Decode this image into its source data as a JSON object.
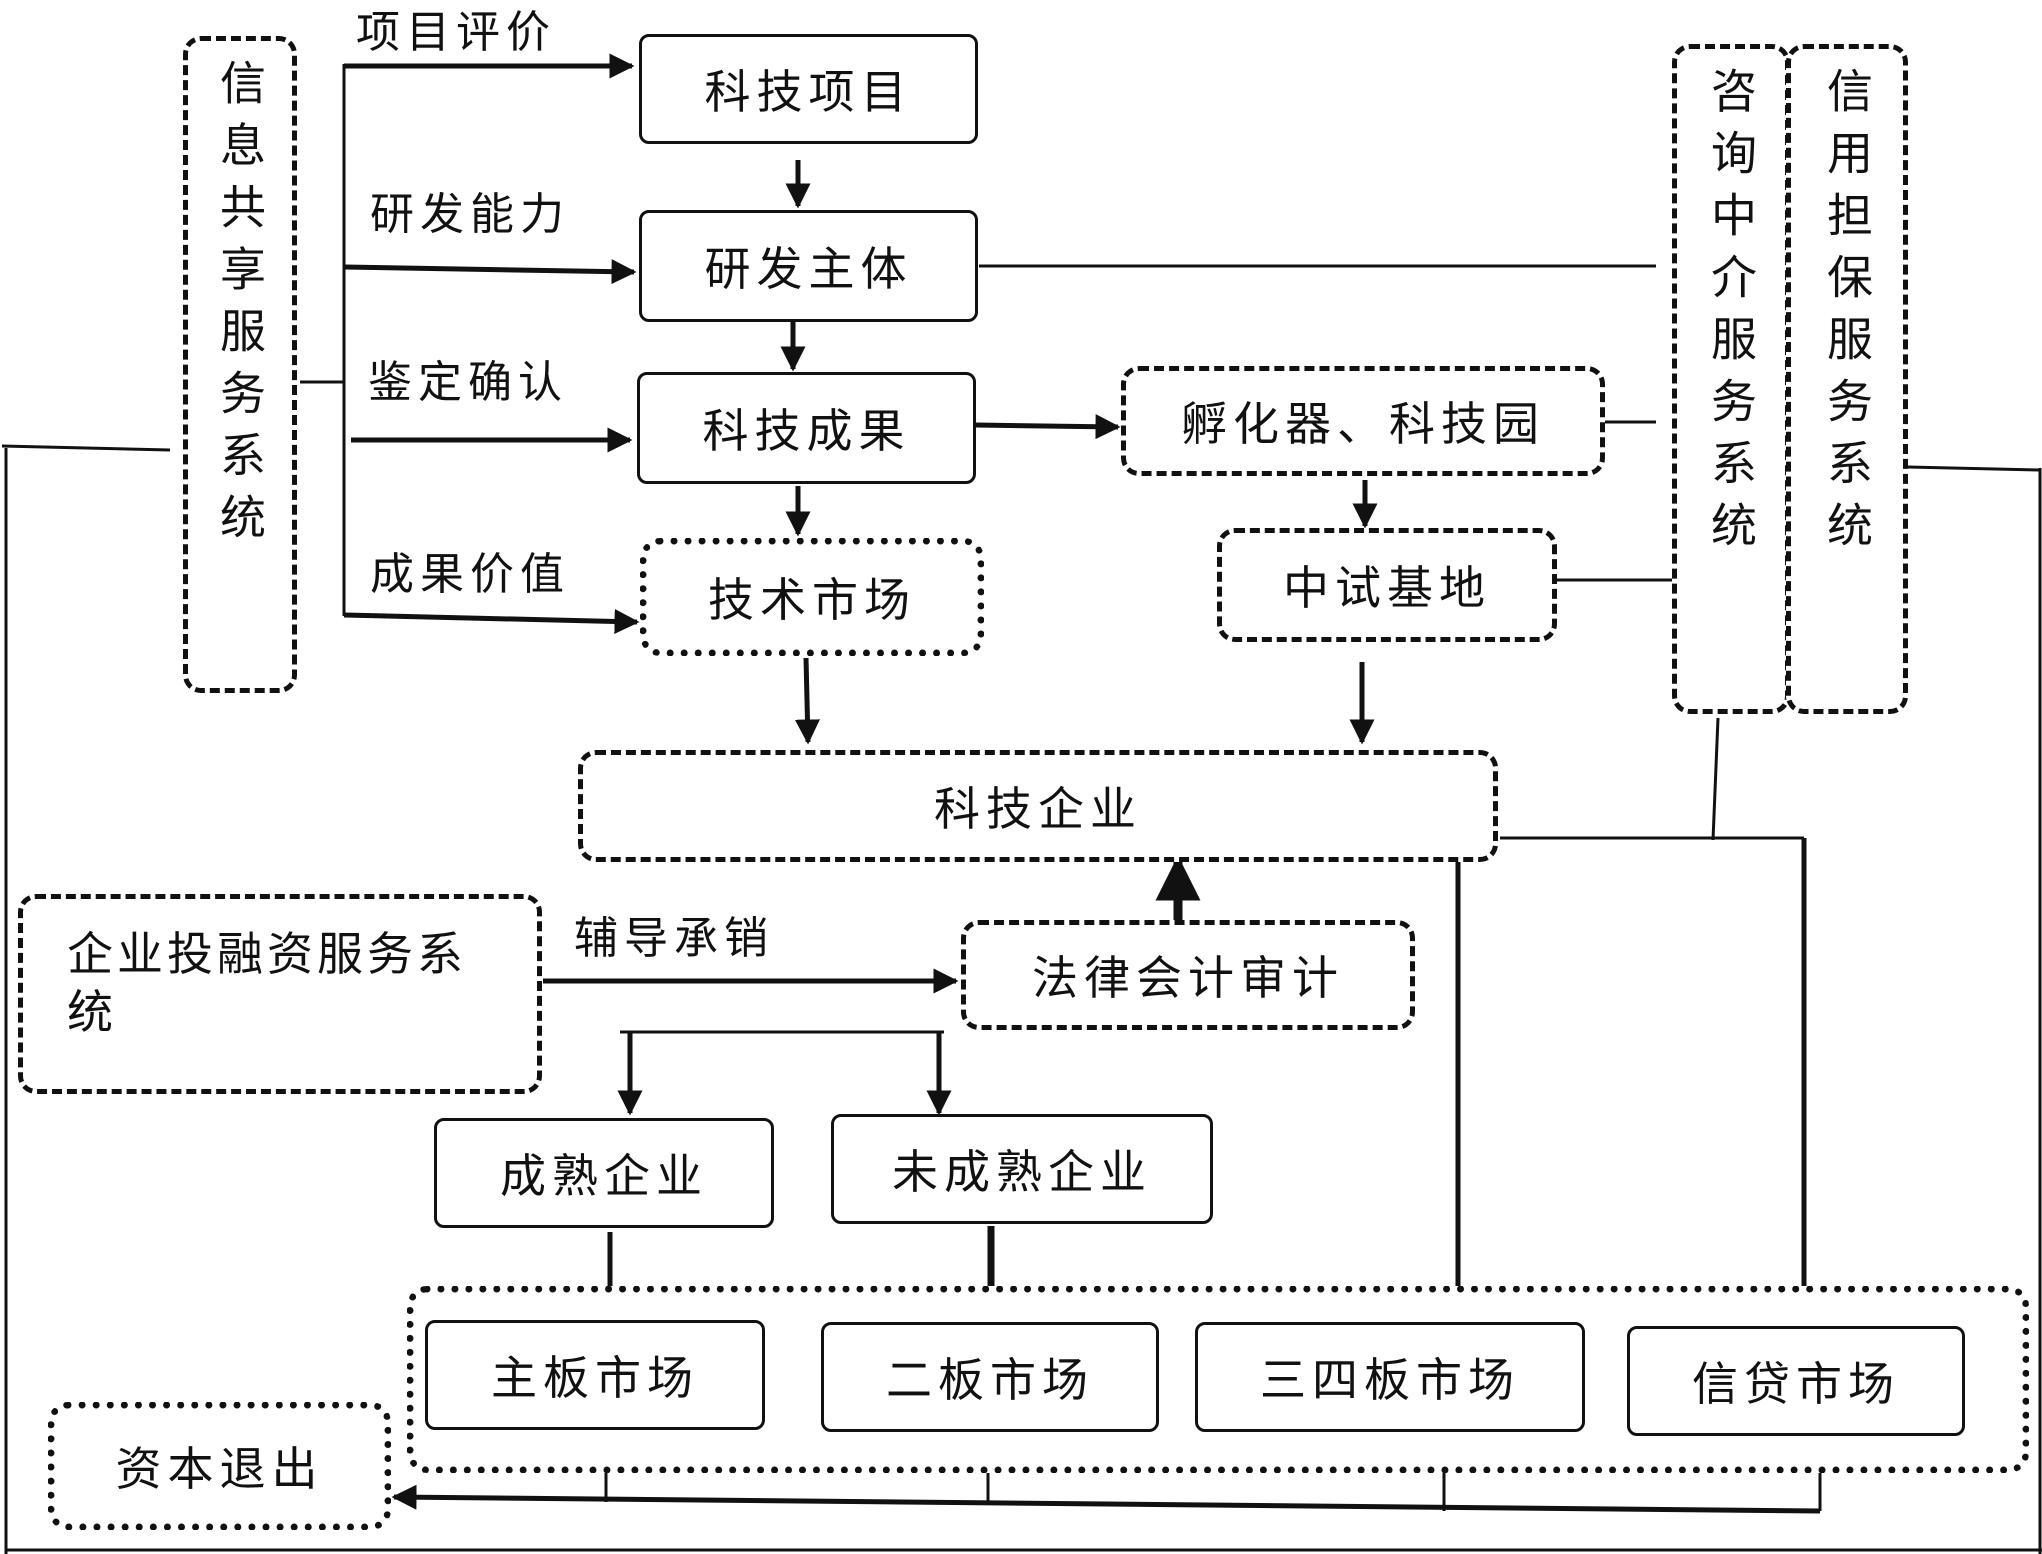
{
  "nodes": {
    "info_sharing": "信息共享服务系统",
    "tech_project": "科技项目",
    "rd_entity": "研发主体",
    "tech_result": "科技成果",
    "tech_market": "技术市场",
    "incubator": "孵化器、科技园",
    "pilot_base": "中试基地",
    "consulting": "咨询中介服务系统",
    "credit_guarantee": "信用担保服务系统",
    "tech_enterprise": "科技企业",
    "investment_finance": "企业投融资服务系统",
    "legal_accounting": "法律会计审计",
    "mature_enterprise": "成熟企业",
    "immature_enterprise": "未成熟企业",
    "main_board": "主板市场",
    "second_board": "二板市场",
    "third_fourth_board": "三四板市场",
    "credit_market": "信贷市场",
    "capital_exit": "资本退出"
  },
  "labels": {
    "project_evaluation": "项目评价",
    "rd_capability": "研发能力",
    "appraisal_confirmation": "鉴定确认",
    "result_value": "成果价值",
    "guidance_underwriting": "辅导承销"
  }
}
